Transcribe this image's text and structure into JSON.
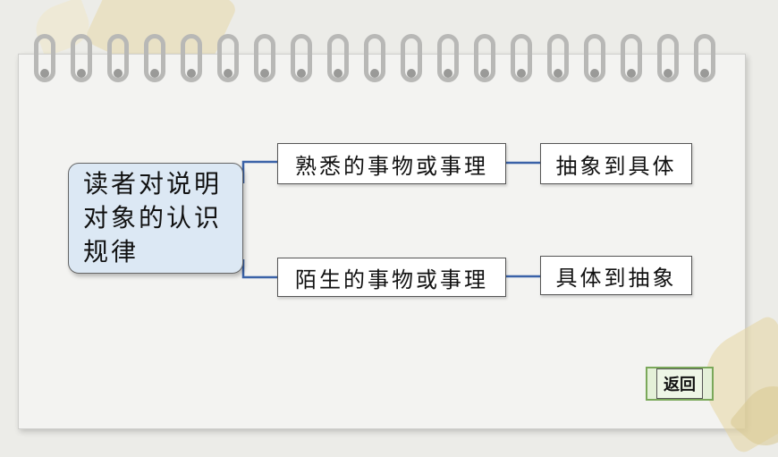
{
  "diagram": {
    "root_lines": [
      "读者对说明",
      "对象的认识",
      "规律"
    ],
    "branches": [
      {
        "label": "熟悉的事物或事理",
        "result": "抽象到具体"
      },
      {
        "label": "陌生的事物或事理",
        "result": "具体到抽象"
      }
    ]
  },
  "nav": {
    "back_label": "返回"
  },
  "colors": {
    "connector": "#3a62a8",
    "root_fill": "#dce8f4",
    "back_border": "#7aa85a"
  }
}
